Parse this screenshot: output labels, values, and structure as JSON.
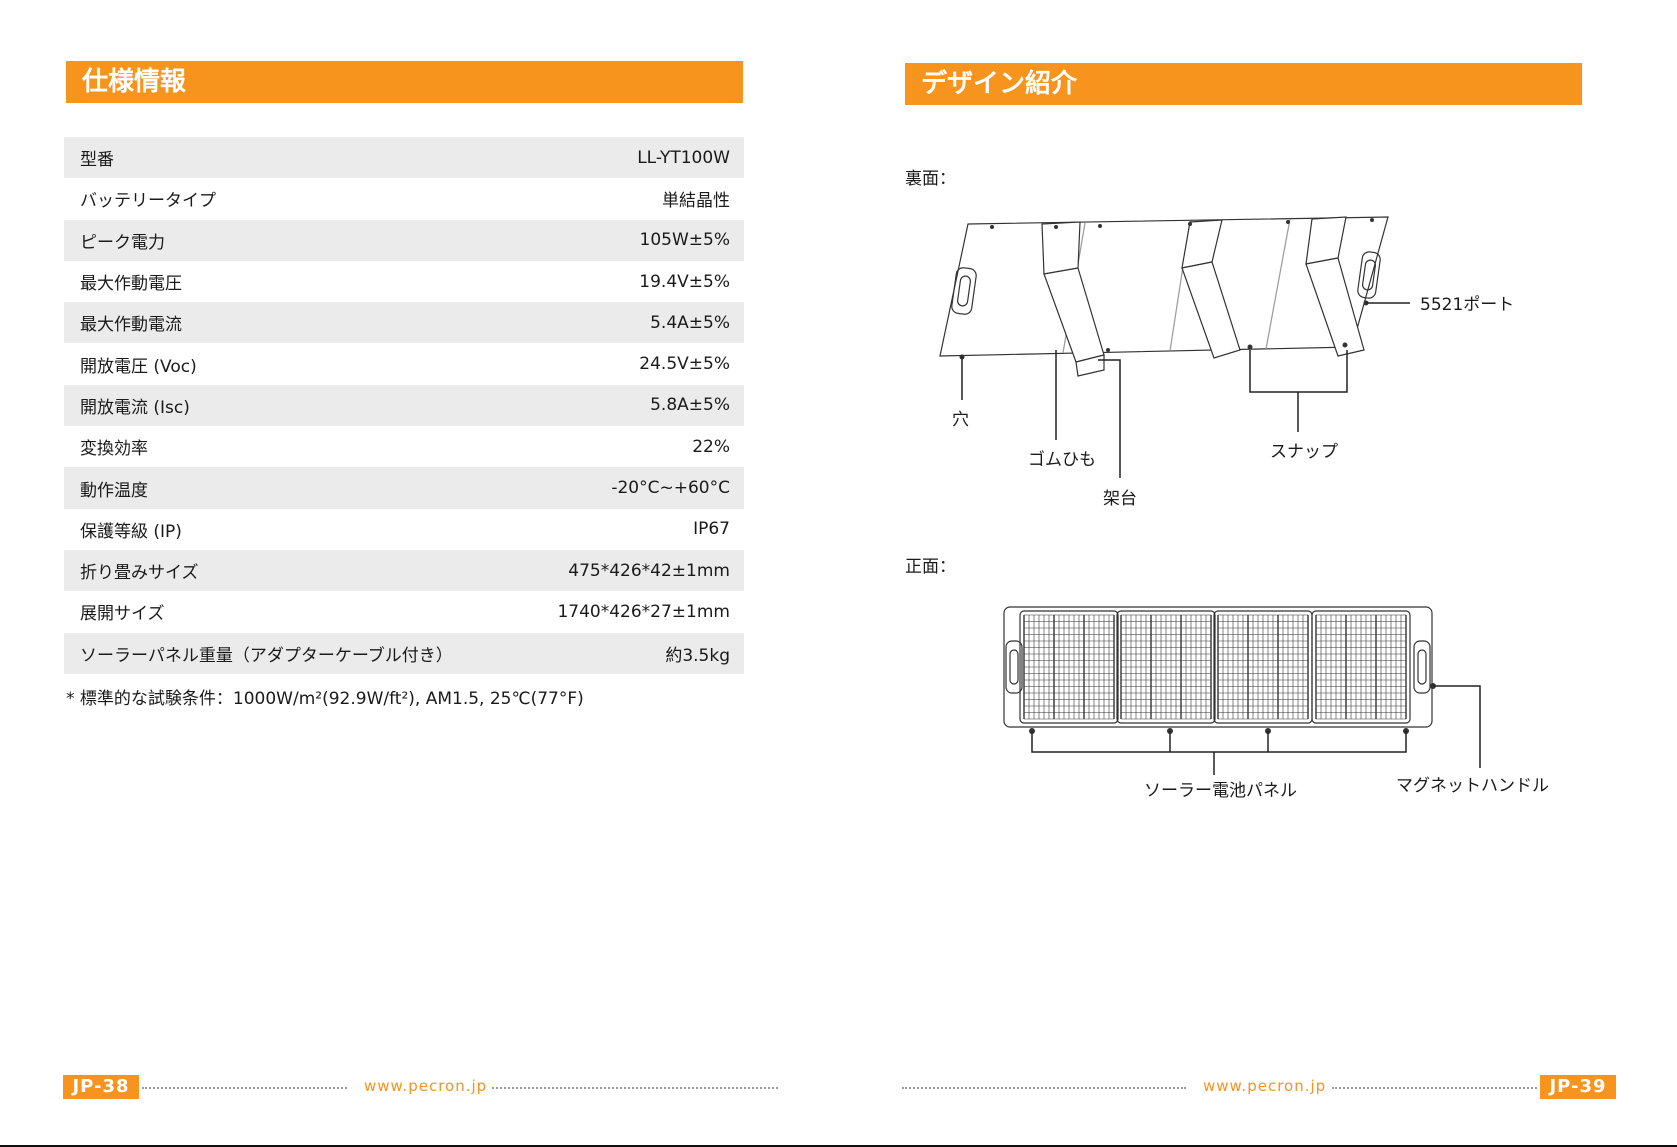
{
  "left_page": {
    "title": "仕様情報",
    "specs": [
      {
        "label": "型番",
        "value": "LL-YT100W"
      },
      {
        "label": "バッテリータイプ",
        "value": "単結晶性"
      },
      {
        "label": "ピーク電力",
        "value": "105W±5%"
      },
      {
        "label": "最大作動電圧",
        "value": "19.4V±5%"
      },
      {
        "label": "最大作動電流",
        "value": "5.4A±5%"
      },
      {
        "label": "開放電圧 (Voc)",
        "value": "24.5V±5%"
      },
      {
        "label": "開放電流 (Isc)",
        "value": "5.8A±5%"
      },
      {
        "label": "変換効率",
        "value": "22%"
      },
      {
        "label": "動作温度",
        "value": "-20°C~+60°C"
      },
      {
        "label": "保護等級 (IP)",
        "value": "IP67"
      },
      {
        "label": "折り畳みサイズ",
        "value": "475*426*42±1mm"
      },
      {
        "label": "展開サイズ",
        "value": "1740*426*27±1mm"
      },
      {
        "label": "ソーラーパネル重量（アダプターケーブル付き）",
        "value": "約3.5kg"
      }
    ],
    "footnote": "* 標準的な試験条件：1000W/m²(92.9W/ft²), AM1.5, 25℃(77°F)",
    "page_number": "JP-38",
    "url": "www.pecron.jp"
  },
  "right_page": {
    "title": "デザイン紹介",
    "back_label": "裏面：",
    "front_label": "正面：",
    "back_callouts": {
      "port": "5521ポート",
      "hole": "穴",
      "rubber_band": "ゴムひも",
      "stand": "架台",
      "snap": "スナップ"
    },
    "front_callouts": {
      "solar_panel": "ソーラー電池パネル",
      "magnet_handle": "マグネットハンドル"
    },
    "page_number": "JP-39",
    "url": "www.pecron.jp"
  },
  "colors": {
    "accent": "#f7941d",
    "row_shade": "#ebebeb"
  }
}
